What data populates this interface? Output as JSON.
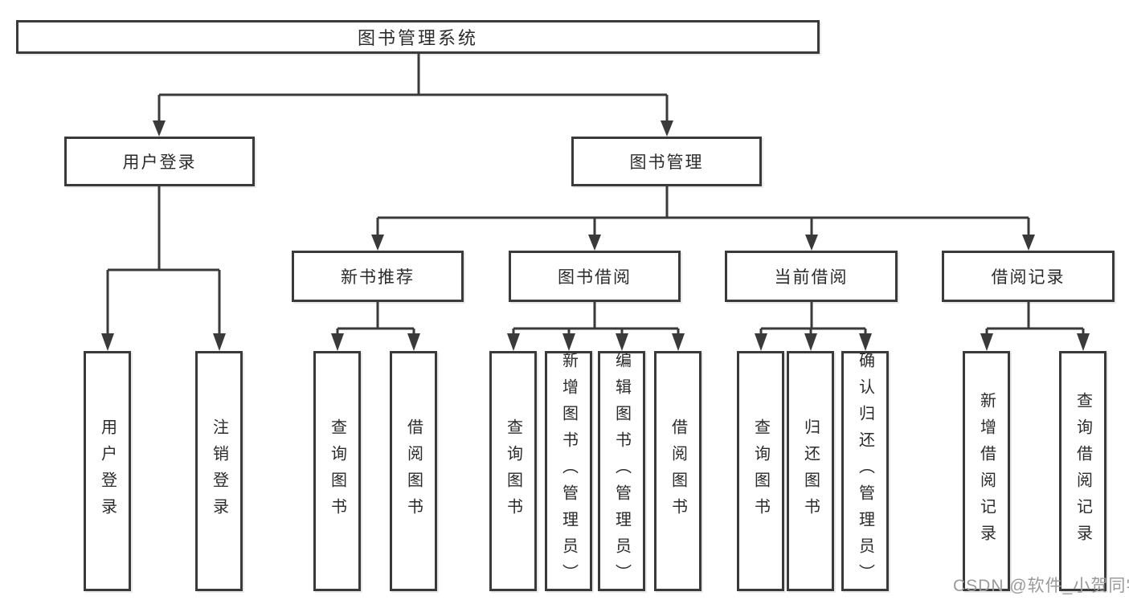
{
  "colors": {
    "line": "#3a3a3a",
    "box_border": "#3a3a3a",
    "text": "#2b2b2b",
    "background": "#ffffff",
    "watermark": "#9a9a9a"
  },
  "watermark": {
    "text": "CSDN @软件_小贺同学"
  },
  "tree": {
    "root": {
      "label": "图书管理系统"
    },
    "branches": [
      {
        "label": "用户登录",
        "children": [
          {
            "label": "用户登录"
          },
          {
            "label": "注销登录"
          }
        ]
      },
      {
        "label": "图书管理",
        "children": [
          {
            "label": "新书推荐",
            "children": [
              {
                "label": "查询图书"
              },
              {
                "label": "借阅图书"
              }
            ]
          },
          {
            "label": "图书借阅",
            "children": [
              {
                "label": "查询图书"
              },
              {
                "label": "新增图书（管理员）"
              },
              {
                "label": "编辑图书（管理员）"
              },
              {
                "label": "借阅图书"
              }
            ]
          },
          {
            "label": "当前借阅",
            "children": [
              {
                "label": "查询图书"
              },
              {
                "label": "归还图书"
              },
              {
                "label": "确认归还（管理员）"
              }
            ]
          },
          {
            "label": "借阅记录",
            "children": [
              {
                "label": "新增借阅记录"
              },
              {
                "label": "查询借阅记录"
              }
            ]
          }
        ]
      }
    ]
  }
}
